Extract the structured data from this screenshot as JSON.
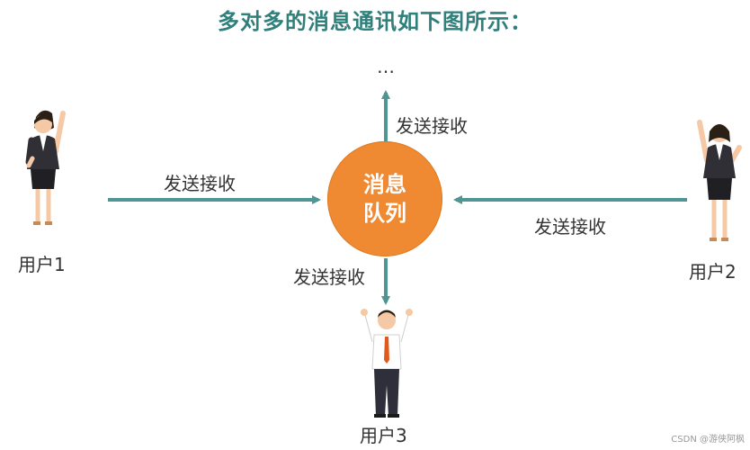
{
  "title": "多对多的消息通讯如下图所示：",
  "queue": {
    "line1": "消息",
    "line2": "队列",
    "color": "#ef8a33"
  },
  "arrow_color": "#4e9594",
  "edge_label": "发送接收",
  "more": "…",
  "users": [
    {
      "label": "用户1",
      "icon": "woman-waving-icon"
    },
    {
      "label": "用户2",
      "icon": "woman-waving-icon"
    },
    {
      "label": "用户3",
      "icon": "man-arms-up-icon"
    }
  ],
  "watermark": "CSDN @游侠阿枫"
}
